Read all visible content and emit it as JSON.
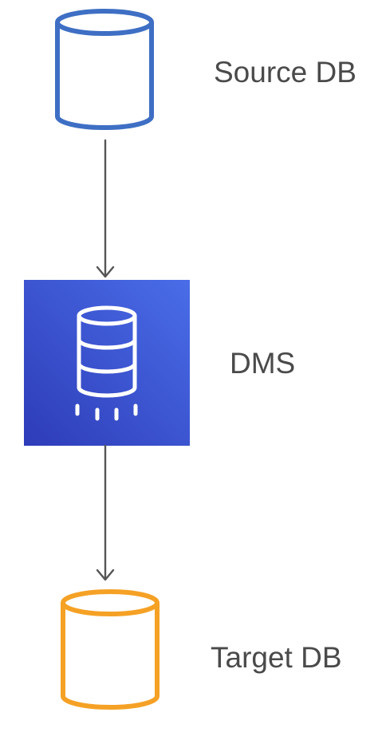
{
  "nodes": {
    "source": {
      "label": "Source DB",
      "color": "#3e6fc4"
    },
    "dms": {
      "label": "DMS",
      "color_top": "#4a6de8",
      "color_bottom": "#2e3cb8",
      "icon": "database-migration-icon"
    },
    "target": {
      "label": "Target DB",
      "color": "#f5a125"
    }
  },
  "edge_color": "#555555"
}
